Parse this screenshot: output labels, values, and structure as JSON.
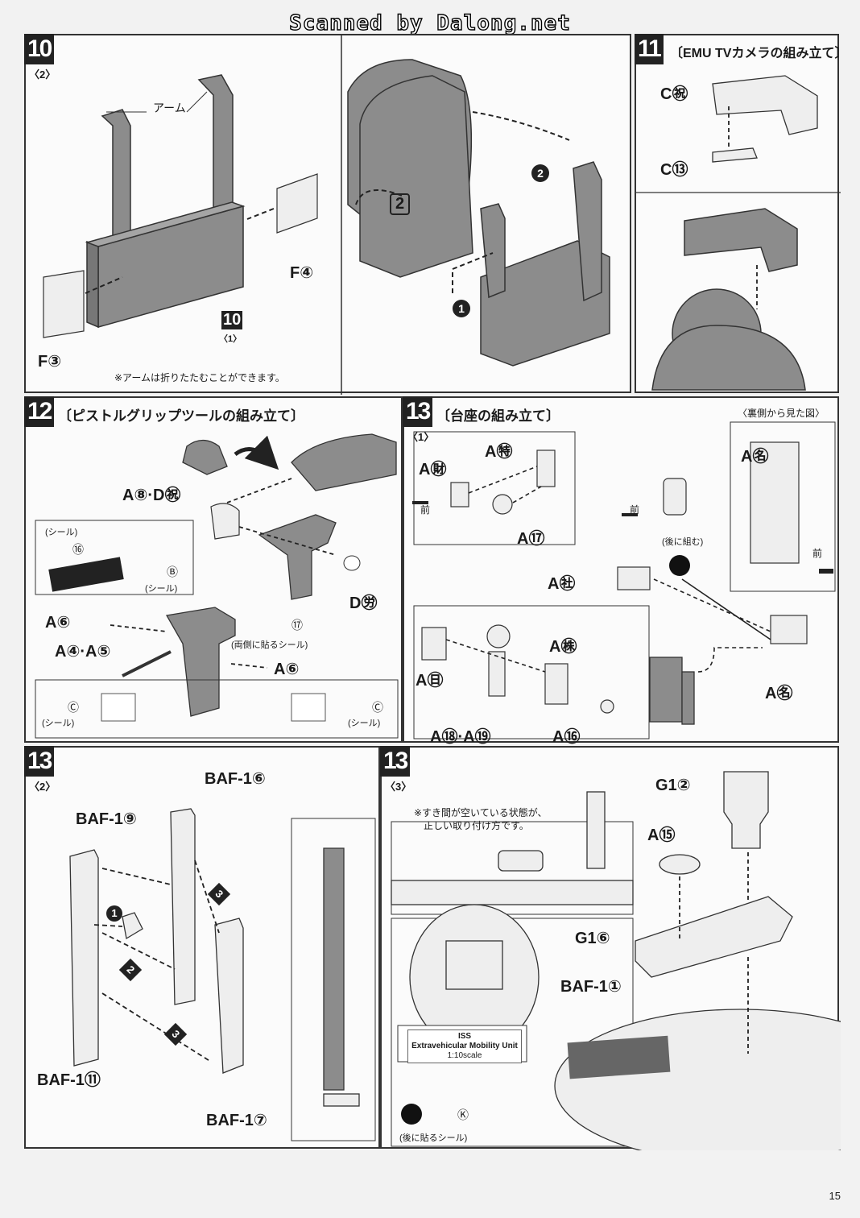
{
  "watermark": "Scanned by Dalong.net",
  "page_number": "15",
  "step10": {
    "num": "10",
    "sub2": "〈2〉",
    "arm_label": "アーム",
    "part_f4": "F④",
    "part_f3": "F③",
    "ref_num": "10",
    "ref_sub": "〈1〉",
    "note": "※アームは折りたたむことができます。",
    "order_1": "1",
    "order_2": "2"
  },
  "step11": {
    "num": "11",
    "title": "〔EMU TVカメラの組み立て〕",
    "part_c23": "C㊗",
    "part_c13": "C⑬"
  },
  "step12": {
    "num": "12",
    "title": "〔ピストルグリップツールの組み立て〕",
    "part_a8d27": "A⑧·D㊗",
    "part_d28": "D㊘",
    "part_a6": "A⑥",
    "part_a4a5": "A④·A⑤",
    "part_a6b": "A⑥",
    "seal_label": "(シール)",
    "seal_16": "⑯",
    "seal_b": "Ⓑ",
    "seal_b_label": "(シール)",
    "seal_17": "⑰",
    "both_sides": "(両側に貼るシール)",
    "seal_c_left": "Ⓒ",
    "seal_c_left_label": "(シール)",
    "seal_c_right": "Ⓒ",
    "seal_c_right_label": "(シール)"
  },
  "step13_1": {
    "num": "13",
    "sub": "〈1〉",
    "title": "〔台座の組み立て〕",
    "view_from_back": "〈裏側から見た図〉",
    "part_a25": "A㊕",
    "part_a26": "A㊖",
    "part_a17": "A⑰",
    "front_1": "前",
    "front_2": "前",
    "front_3": "前",
    "later": "(後に組む)",
    "part_a23": "A㊓",
    "part_a24_top": "A㊔",
    "part_a24_bottom": "A㊔",
    "part_a20": "A㊐",
    "part_a21": "A㊑",
    "part_a18a19": "A⑱·A⑲",
    "part_a16": "A⑯"
  },
  "step13_2": {
    "num": "13",
    "sub": "〈2〉",
    "part_baf6": "BAF-1⑥",
    "part_baf9": "BAF-1⑨",
    "part_baf11": "BAF-1⑪",
    "part_baf7": "BAF-1⑦",
    "order_1": "1",
    "order_2": "2",
    "order_3a": "3",
    "order_3b": "3"
  },
  "step13_3": {
    "num": "13",
    "sub": "〈3〉",
    "note_line1": "※すき間が空いている状態が、",
    "note_line2": "正しい取り付け方です。",
    "part_g12": "G1②",
    "part_a15": "A⑮",
    "part_g16": "G1⑥",
    "part_baf1": "BAF-1①",
    "plate_line1": "ISS",
    "plate_line2": "Extravehicular Mobility Unit",
    "plate_line3": "1:10scale",
    "seal_k": "Ⓚ",
    "seal_later": "(後に貼るシール)"
  }
}
